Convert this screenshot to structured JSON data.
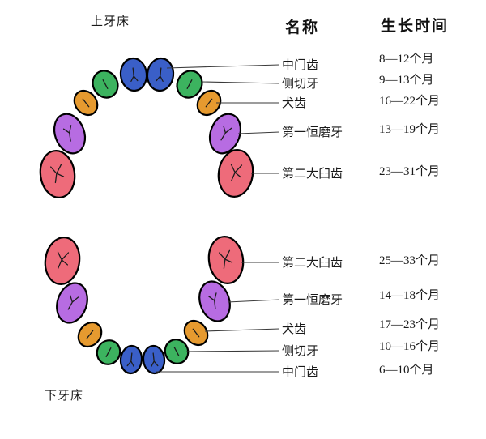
{
  "headers": {
    "name": "名称",
    "time": "生长时间"
  },
  "upper": {
    "label": "上牙床",
    "rows": [
      {
        "tooth": "中门齿",
        "time": "8—12个月"
      },
      {
        "tooth": "侧切牙",
        "time": "9—13个月"
      },
      {
        "tooth": "犬齿",
        "time": "16—22个月"
      },
      {
        "tooth": "第一恒磨牙",
        "time": "13—19个月"
      },
      {
        "tooth": "第二大臼齿",
        "time": "23—31个月"
      }
    ]
  },
  "lower": {
    "label": "下牙床",
    "rows": [
      {
        "tooth": "第二大臼齿",
        "time": "25—33个月"
      },
      {
        "tooth": "第一恒磨牙",
        "time": "14—18个月"
      },
      {
        "tooth": "犬齿",
        "time": "17—23个月"
      },
      {
        "tooth": "侧切牙",
        "time": "10—16个月"
      },
      {
        "tooth": "中门齿",
        "time": "6—10个月"
      }
    ]
  },
  "colors": {
    "central_incisor": "#3a5fc8",
    "lateral_incisor": "#3cb35f",
    "canine": "#e69a2f",
    "first_molar": "#b76ce2",
    "second_molar": "#ee6b7a"
  }
}
